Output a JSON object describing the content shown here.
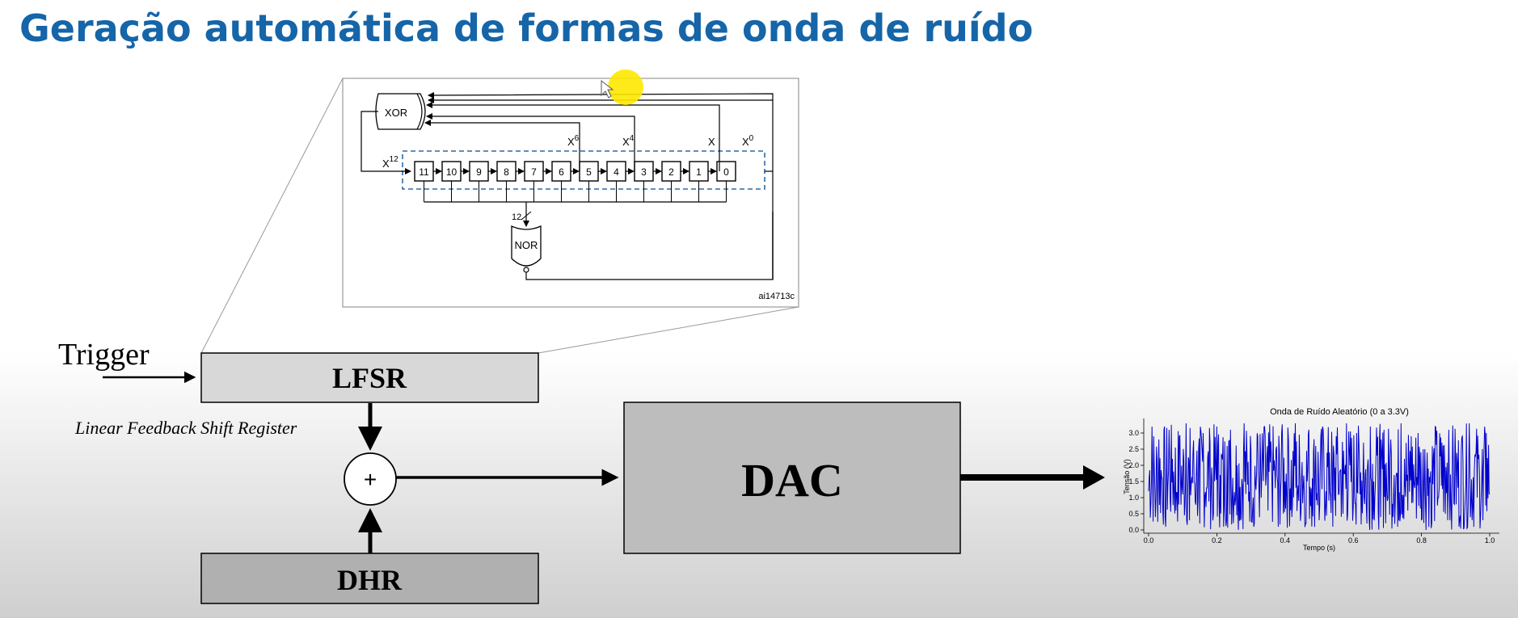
{
  "slide": {
    "title": "Geração automática de formas de onda de ruído"
  },
  "blocks": {
    "trigger": "Trigger",
    "lfsr": "LFSR",
    "lfsr_caption": "Linear Feedback Shift Register",
    "sum": "+",
    "dhr": "DHR",
    "dac": "DAC"
  },
  "lfsr_detail": {
    "xor_label": "XOR",
    "nor_label": "NOR",
    "cells": [
      "11",
      "10",
      "9",
      "8",
      "7",
      "6",
      "5",
      "4",
      "3",
      "2",
      "1",
      "0"
    ],
    "tap_labels": {
      "x12_base": "X",
      "x12_exp": "12",
      "x6_base": "X",
      "x6_exp": "6",
      "x4_base": "X",
      "x4_exp": "4",
      "x_base": "X",
      "x0_base": "X",
      "x0_exp": "0"
    },
    "bus_width": "12",
    "figure_code": "ai14713c"
  },
  "colors": {
    "title": "#1565a8",
    "cursor_highlight": "#ffe800",
    "waveform": "#0000cc",
    "block_light": "#d8d8d8",
    "block_dac": "#bdbdbd",
    "block_dhr": "#b0b0b0",
    "dashed_box": "#2f6aa3"
  },
  "chart_data": {
    "type": "line",
    "title": "Onda de Ruído Aleatório (0 a 3.3V)",
    "xlabel": "Tempo (s)",
    "ylabel": "Tensão (V)",
    "xlim": [
      0.0,
      1.0
    ],
    "ylim": [
      0.0,
      3.3
    ],
    "xticks": [
      "0.0",
      "0.2",
      "0.4",
      "0.6",
      "0.8",
      "1.0"
    ],
    "yticks": [
      "0.0",
      "0.5",
      "1.0",
      "1.5",
      "2.0",
      "2.5",
      "3.0"
    ],
    "grid": false,
    "legend": "none",
    "series": [
      {
        "color": "#0000cc",
        "description": "uniform random noise",
        "x": [
          0.0,
          0.01,
          0.02,
          0.03,
          0.04,
          0.05,
          0.06,
          0.07,
          0.08,
          0.09,
          0.1,
          0.11,
          0.12,
          0.13,
          0.14,
          0.15,
          0.16,
          0.17,
          0.18,
          0.19,
          0.2,
          0.21,
          0.22,
          0.23,
          0.24,
          0.25,
          0.26,
          0.27,
          0.28,
          0.29,
          0.3,
          0.31,
          0.32,
          0.33,
          0.34,
          0.35,
          0.36,
          0.37,
          0.38,
          0.39,
          0.4,
          0.41,
          0.42,
          0.43,
          0.44,
          0.45,
          0.46,
          0.47,
          0.48,
          0.49,
          0.5,
          0.51,
          0.52,
          0.53,
          0.54,
          0.55,
          0.56,
          0.57,
          0.58,
          0.59,
          0.6,
          0.61,
          0.62,
          0.63,
          0.64,
          0.65,
          0.66,
          0.67,
          0.68,
          0.69,
          0.7,
          0.71,
          0.72,
          0.73,
          0.74,
          0.75,
          0.76,
          0.77,
          0.78,
          0.79,
          0.8,
          0.81,
          0.82,
          0.83,
          0.84,
          0.85,
          0.86,
          0.87,
          0.88,
          0.89,
          0.9,
          0.91,
          0.92,
          0.93,
          0.94,
          0.95,
          0.96,
          0.97,
          0.98,
          0.99,
          1.0
        ],
        "y": [
          1.2,
          3.2,
          0.4,
          2.8,
          1.6,
          0.1,
          3.1,
          2.2,
          0.6,
          2.9,
          1.1,
          3.3,
          0.3,
          2.4,
          1.8,
          0.2,
          3.0,
          1.3,
          2.7,
          0.5,
          3.2,
          1.7,
          0.1,
          2.6,
          3.1,
          0.8,
          2.0,
          0.3,
          3.3,
          1.4,
          2.5,
          0.2,
          2.9,
          1.0,
          3.2,
          0.6,
          2.3,
          1.9,
          0.1,
          3.0,
          1.5,
          2.8,
          0.4,
          3.3,
          0.9,
          2.1,
          0.2,
          3.1,
          1.6,
          2.6,
          0.3,
          3.2,
          1.2,
          2.4,
          0.1,
          2.9,
          1.8,
          0.5,
          3.3,
          2.0,
          0.7,
          3.0,
          1.1,
          2.7,
          0.2,
          3.2,
          1.5,
          2.3,
          0.4,
          3.1,
          0.9,
          2.8,
          1.7,
          0.1,
          3.3,
          2.2,
          0.6,
          2.9,
          1.3,
          3.0,
          0.3,
          2.5,
          1.9,
          0.2,
          3.2,
          1.0,
          2.7,
          0.5,
          3.1,
          1.6,
          2.2,
          0.1,
          2.9,
          1.4,
          3.3,
          0.7,
          2.4,
          1.8,
          0.3,
          3.0,
          1.1
        ]
      }
    ]
  }
}
